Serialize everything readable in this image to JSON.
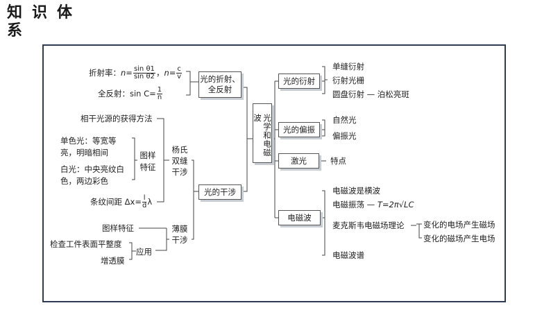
{
  "title": "知识体系",
  "center": "光学和电磁波",
  "left_branch": {
    "refraction": "光的折射、全反射",
    "interference": "光的干涉"
  },
  "refraction": {
    "index_label": "折射率：",
    "index_formula_lhs": "n=",
    "index_formula_num": "sin θ1",
    "index_formula_den": "sin θ2",
    "index_formula2_lhs": "n=",
    "index_formula2_num": "c",
    "index_formula2_den": "v",
    "total_label": "全反射：",
    "total_formula_lhs": "sin C=",
    "total_formula_num": "1",
    "total_formula_den": "n"
  },
  "young": {
    "box": "杨氏双缝干涉",
    "source": "相干光源的获得方法",
    "pattern_box": "图样特征",
    "mono": "单色光：等宽等亮，明暗相间",
    "white": "白光：中央亮纹白色，两边彩色",
    "spacing_label": "条纹间距 Δx=",
    "spacing_num": "l",
    "spacing_den": "d",
    "spacing_tail": "λ"
  },
  "thinfilm": {
    "box": "薄膜干涉",
    "pattern": "图样特征",
    "app": "应用",
    "app1": "检查工件表面平整度",
    "app2": "增透膜"
  },
  "right_branch": {
    "diffraction": "光的衍射",
    "polarization": "光的偏振",
    "laser": "激光",
    "em": "电磁波"
  },
  "diffraction_items": [
    "单缝衍射",
    "衍射光栅",
    "圆盘衍射 — 泊松亮斑"
  ],
  "polarization_items": [
    "自然光",
    "偏振光"
  ],
  "laser_items": [
    "特点"
  ],
  "em": {
    "transverse": "电磁波是横波",
    "oscillation_label": "电磁振荡 — ",
    "oscillation_formula": "T=2π√LC",
    "maxwell": "麦克斯韦电磁场理论",
    "maxwell_items": [
      "变化的电场产生磁场",
      "变化的磁场产生电场"
    ],
    "spectrum": "电磁波谱"
  }
}
